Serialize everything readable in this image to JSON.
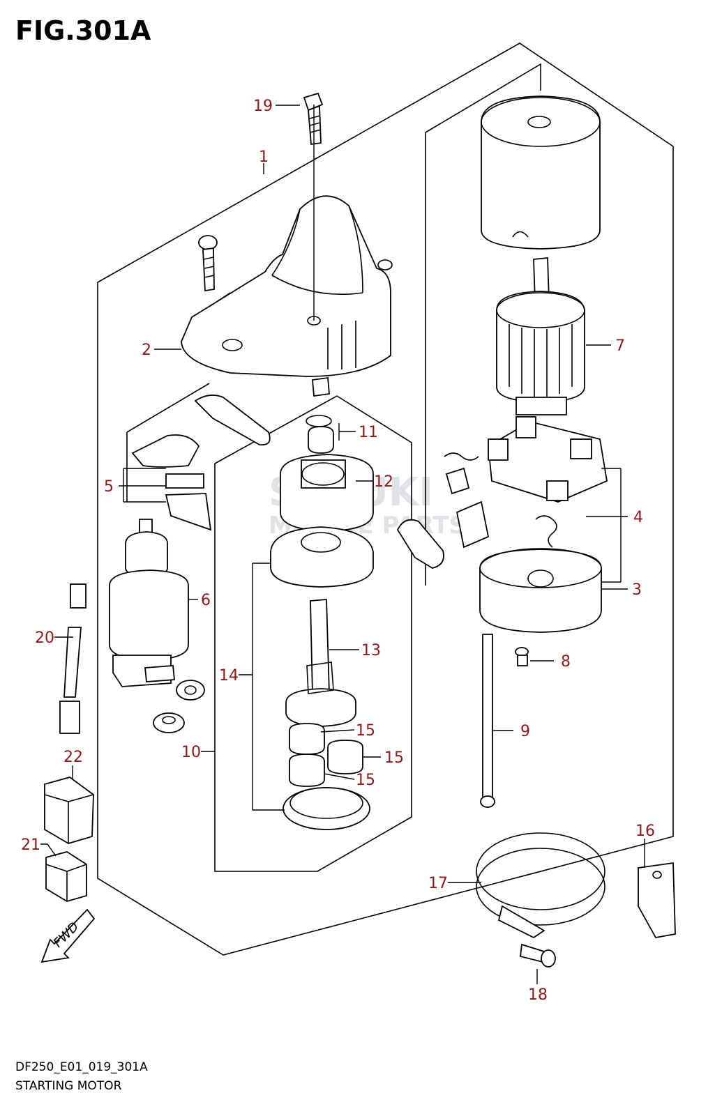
{
  "figure": {
    "title": "FIG.301A",
    "code": "DF250_E01_019_301A",
    "name": "STARTING MOTOR"
  },
  "watermark": {
    "line1": "SUZUKI",
    "line2": "MARINE PARTS"
  },
  "fwd_label": "FWD",
  "callouts": [
    {
      "id": "c19",
      "text": "19"
    },
    {
      "id": "c1",
      "text": "1"
    },
    {
      "id": "c2",
      "text": "2"
    },
    {
      "id": "c7",
      "text": "7"
    },
    {
      "id": "c11",
      "text": "11"
    },
    {
      "id": "c12",
      "text": "12"
    },
    {
      "id": "c5",
      "text": "5"
    },
    {
      "id": "c4",
      "text": "4"
    },
    {
      "id": "c6",
      "text": "6"
    },
    {
      "id": "c3",
      "text": "3"
    },
    {
      "id": "c20",
      "text": "20"
    },
    {
      "id": "c13",
      "text": "13"
    },
    {
      "id": "c8",
      "text": "8"
    },
    {
      "id": "c14",
      "text": "14"
    },
    {
      "id": "c9",
      "text": "9"
    },
    {
      "id": "c15a",
      "text": "15"
    },
    {
      "id": "c10",
      "text": "10"
    },
    {
      "id": "c15b",
      "text": "15"
    },
    {
      "id": "c22",
      "text": "22"
    },
    {
      "id": "c15c",
      "text": "15"
    },
    {
      "id": "c16",
      "text": "16"
    },
    {
      "id": "c21",
      "text": "21"
    },
    {
      "id": "c17",
      "text": "17"
    },
    {
      "id": "c18",
      "text": "18"
    }
  ],
  "colors": {
    "callout": "#8b1a1a",
    "line": "#000000"
  }
}
